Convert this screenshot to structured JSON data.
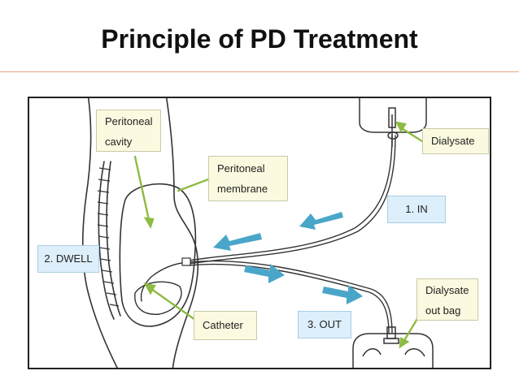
{
  "slide": {
    "title": "Principle of PD Treatment"
  },
  "labels": {
    "peritoneal_cavity": "Peritoneal cavity",
    "peritoneal_membrane": "Peritoneal membrane",
    "dialysate": "Dialysate",
    "step_in": "1. IN",
    "step_dwell": "2. DWELL",
    "step_out": "3. OUT",
    "catheter": "Catheter",
    "dialysate_out_bag": "Dialysate out bag"
  },
  "colors": {
    "title_rule": "#e8a487",
    "label_fill": "#fbf9df",
    "step_fill": "#dceffb",
    "pointer_green": "#8dbb43",
    "flow_arrow": "#4aa6c9",
    "line_art": "#333333"
  },
  "icons": {
    "flow_arrows": "arrow-right-icon",
    "pointers": "leader-line-icon"
  }
}
